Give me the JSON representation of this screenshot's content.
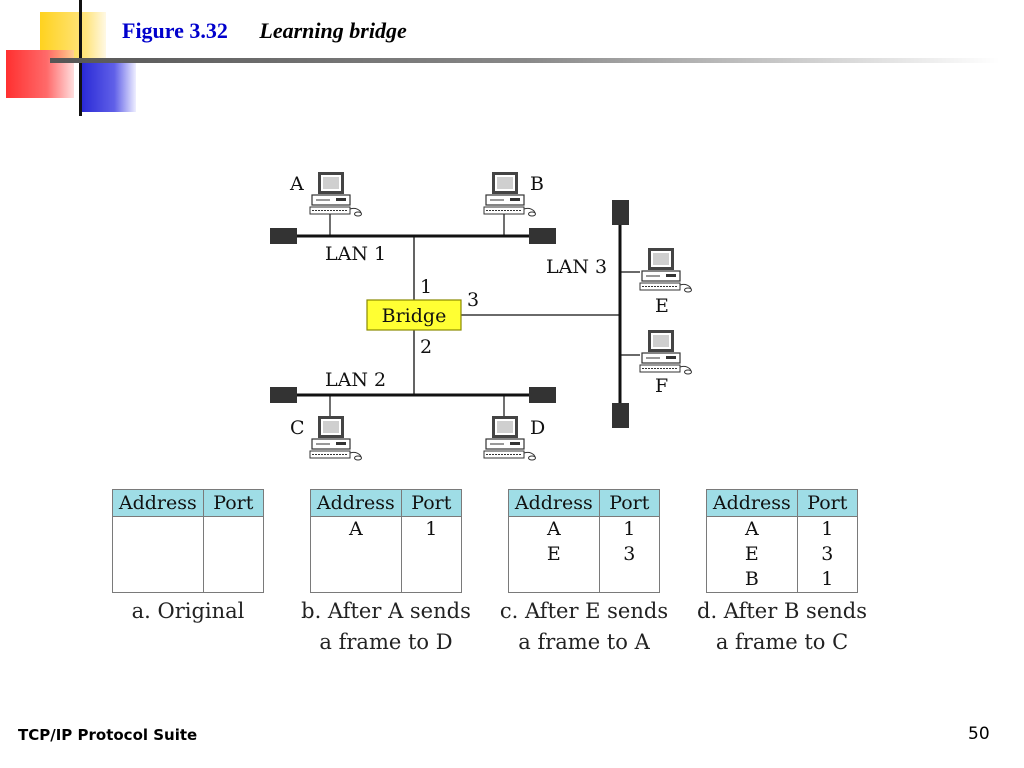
{
  "slide": {
    "figure_label": "Figure 3.32",
    "figure_title": "Learning bridge",
    "footer_left": "TCP/IP Protocol Suite",
    "page_number": "50"
  },
  "diagram": {
    "bridge_label": "Bridge",
    "lans": [
      "LAN 1",
      "LAN 2",
      "LAN 3"
    ],
    "ports": [
      "1",
      "2",
      "3"
    ],
    "stations": [
      "A",
      "B",
      "C",
      "D",
      "E",
      "F"
    ]
  },
  "tables": [
    {
      "headers": [
        "Address",
        "Port"
      ],
      "rows": [
        [
          "",
          ""
        ],
        [
          "",
          ""
        ],
        [
          "",
          ""
        ]
      ],
      "caption": [
        "a. Original",
        ""
      ]
    },
    {
      "headers": [
        "Address",
        "Port"
      ],
      "rows": [
        [
          "A",
          "1"
        ],
        [
          "",
          ""
        ],
        [
          "",
          ""
        ]
      ],
      "caption": [
        "b. After A sends",
        "a frame to D"
      ]
    },
    {
      "headers": [
        "Address",
        "Port"
      ],
      "rows": [
        [
          "A",
          "1"
        ],
        [
          "E",
          "3"
        ],
        [
          "",
          ""
        ]
      ],
      "caption": [
        "c. After E sends",
        "a frame to A"
      ]
    },
    {
      "headers": [
        "Address",
        "Port"
      ],
      "rows": [
        [
          "A",
          "1"
        ],
        [
          "E",
          "3"
        ],
        [
          "B",
          "1"
        ]
      ],
      "caption": [
        "d. After B sends",
        "a frame to C"
      ]
    }
  ],
  "colors": {
    "title_blue": "#0000cc",
    "bridge_fill": "#ffff33",
    "table_header": "#9fdde6",
    "deco_yellow": "#ffd21f",
    "deco_red": "#ff4040",
    "deco_blue": "#2a2ad6"
  },
  "icons": [
    "computer-icon",
    "terminator-icon"
  ]
}
